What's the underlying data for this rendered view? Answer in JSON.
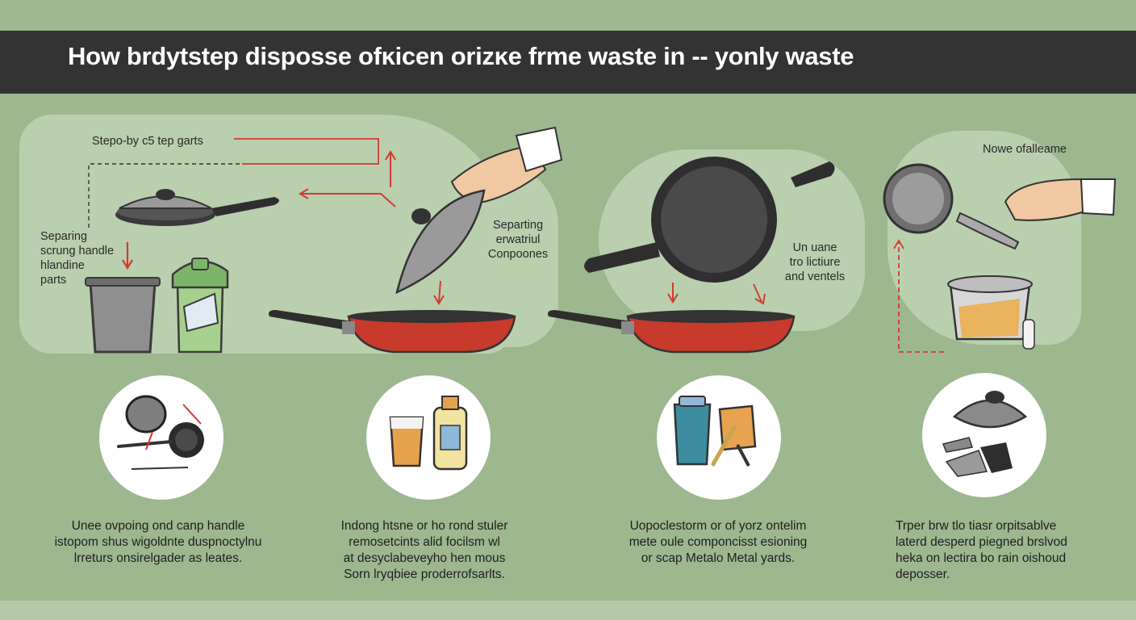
{
  "title": "How brdytstep disposse ofĸicen orizĸe frme waste in -- yonly waste",
  "colors": {
    "background": "#9db78f",
    "header": "#333333",
    "panel": "#b9cfae",
    "accent_red": "#d43a2f",
    "pan_red": "#c73a2c"
  },
  "diagram_labels": {
    "step_parts": "Stepo-by c5 tep garts",
    "separating_handle": "Separing\nscrung handle\nhlandine\nparts",
    "separating_components": "Separting\nerwatriul\nConpoones",
    "un_handle": "Un uane\ntro lictiure\nand ventels",
    "nowe_offalame": "Nowe ofalleame"
  },
  "steps": [
    {
      "icon": "pan-and-lid-icon",
      "caption_lines": [
        "Unee ovpoing ond canp handle",
        "istopom shus wigoldnte duspnoctylnu",
        "lrreturs onsirelgader as leates."
      ]
    },
    {
      "icon": "containers-icon",
      "caption_lines": [
        "Indong htsne or ho rond stuler",
        "remosetcints alid focilsm wl",
        "at desyclabeveyho hen mous",
        "Sorn lryqbiee proderrofsarlts."
      ]
    },
    {
      "icon": "metal-parts-icon",
      "caption_lines": [
        "Uopoclestorm or of yorz ontelim",
        "mete oule componcisst esioning",
        "or scap Metalo Metal  yards."
      ]
    },
    {
      "icon": "lid-and-shards-icon",
      "caption_lines": [
        "Trper brw tlo tiasr orpitsablve",
        "laterd desperd piegned brslvod",
        "heka on lectira bo rain oishoud",
        "deposser."
      ]
    }
  ]
}
